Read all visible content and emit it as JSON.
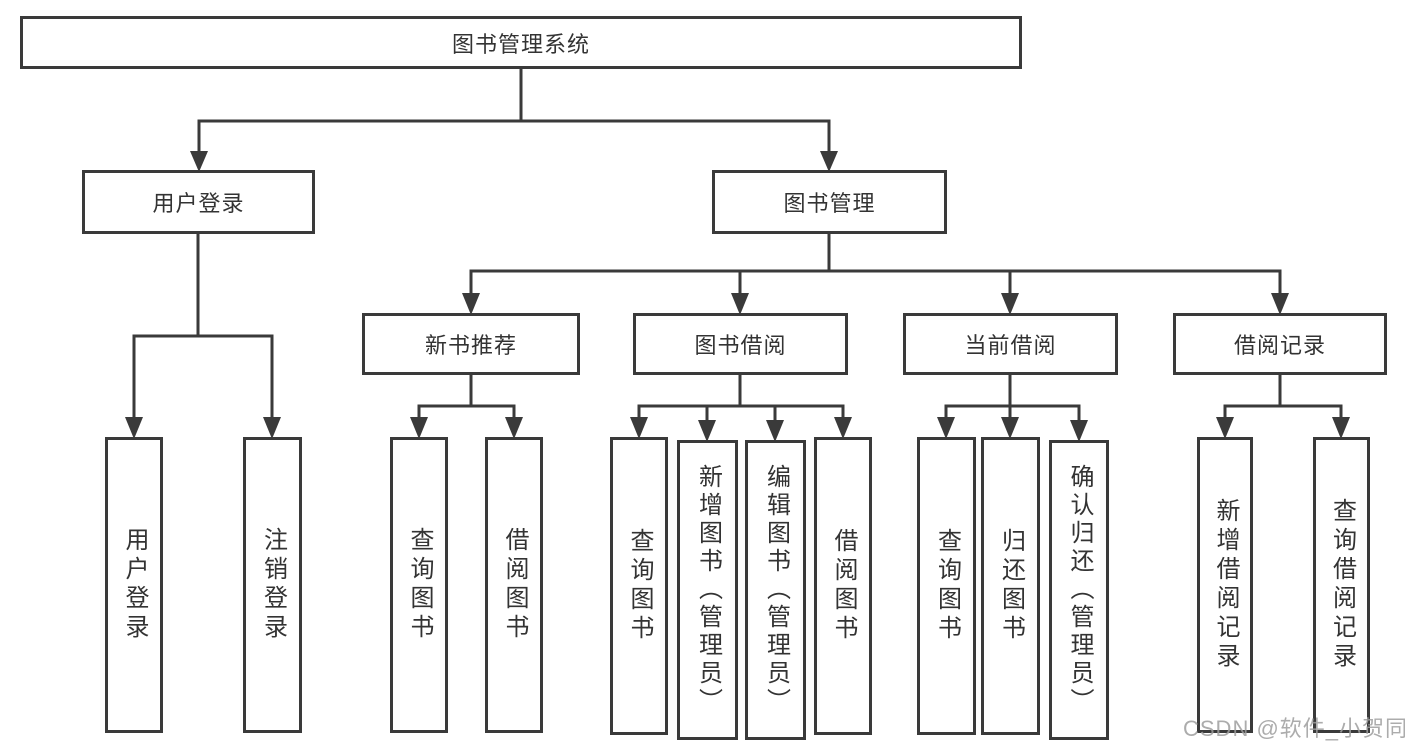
{
  "diagram_title": "图书管理系统",
  "tree": {
    "root": {
      "label": "图书管理系统"
    },
    "branches": [
      {
        "label": "用户登录",
        "children": [
          {
            "label": "用户登录"
          },
          {
            "label": "注销登录"
          }
        ]
      },
      {
        "label": "图书管理",
        "children": [
          {
            "label": "新书推荐",
            "children": [
              {
                "label": "查询图书"
              },
              {
                "label": "借阅图书"
              }
            ]
          },
          {
            "label": "图书借阅",
            "children": [
              {
                "label": "查询图书"
              },
              {
                "label": "新增图书（管理员）"
              },
              {
                "label": "编辑图书（管理员）"
              },
              {
                "label": "借阅图书"
              }
            ]
          },
          {
            "label": "当前借阅",
            "children": [
              {
                "label": "查询图书"
              },
              {
                "label": "归还图书"
              },
              {
                "label": "确认归还（管理员）"
              }
            ]
          },
          {
            "label": "借阅记录",
            "children": [
              {
                "label": "新增借阅记录"
              },
              {
                "label": "查询借阅记录"
              }
            ]
          }
        ]
      }
    ]
  },
  "watermark": "CSDN @软件_小贺同学",
  "colors": {
    "line": "#3a3a3a",
    "text": "#333333",
    "watermark": "#9e9e9e",
    "background": "#ffffff"
  }
}
